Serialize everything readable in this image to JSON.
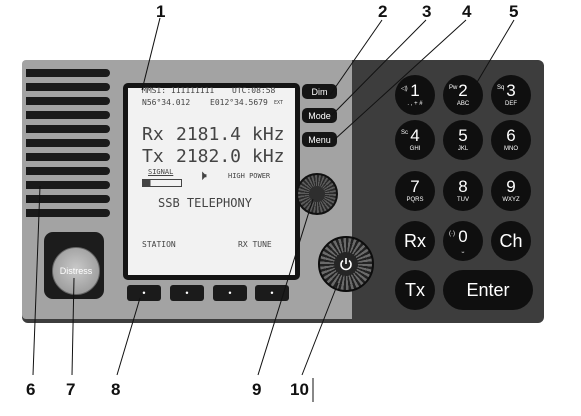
{
  "callouts": [
    "1",
    "2",
    "3",
    "4",
    "5",
    "6",
    "7",
    "8",
    "9",
    "10"
  ],
  "lcd": {
    "mmsi": "MMSI: 111111111",
    "utc": "UTC:08:58",
    "lat": "N56°34.012",
    "lon": "E012°34.5679",
    "ext": "EXT",
    "rx_label": "Rx",
    "rx_freq": "2181.4",
    "rx_unit": "kHz",
    "tx_label": "Tx",
    "tx_freq": "2182.0",
    "tx_unit": "kHz",
    "signal": "SIGNAL",
    "power": "HIGH POWER",
    "mode": "SSB TELEPHONY",
    "soft_left": "STATION",
    "soft_right": "RX TUNE"
  },
  "side_buttons": {
    "dim": "Dim",
    "mode": "Mode",
    "menu": "Menu"
  },
  "distress": "Distress",
  "softkeys": [
    "•",
    "•",
    "•",
    "•"
  ],
  "keypad": [
    {
      "num": "1",
      "sub": ". , + #",
      "pre": "◁)"
    },
    {
      "num": "2",
      "sub": "ABC",
      "pre": "Pw"
    },
    {
      "num": "3",
      "sub": "DEF",
      "pre": "Sq"
    },
    {
      "num": "4",
      "sub": "GHI",
      "pre": "Sc"
    },
    {
      "num": "5",
      "sub": "JKL",
      "pre": ""
    },
    {
      "num": "6",
      "sub": "MNO",
      "pre": ""
    },
    {
      "num": "7",
      "sub": "PQRS",
      "pre": ""
    },
    {
      "num": "8",
      "sub": "TUV",
      "pre": ""
    },
    {
      "num": "9",
      "sub": "WXYZ",
      "pre": ""
    },
    {
      "num": "0",
      "sub": "⎵",
      "pre": "(·)"
    }
  ],
  "rx_key": "Rx",
  "ch_key": "Ch",
  "tx_key": "Tx",
  "enter_key": "Enter",
  "power_icon": "power-icon",
  "speaker_icon": "speaker-icon"
}
